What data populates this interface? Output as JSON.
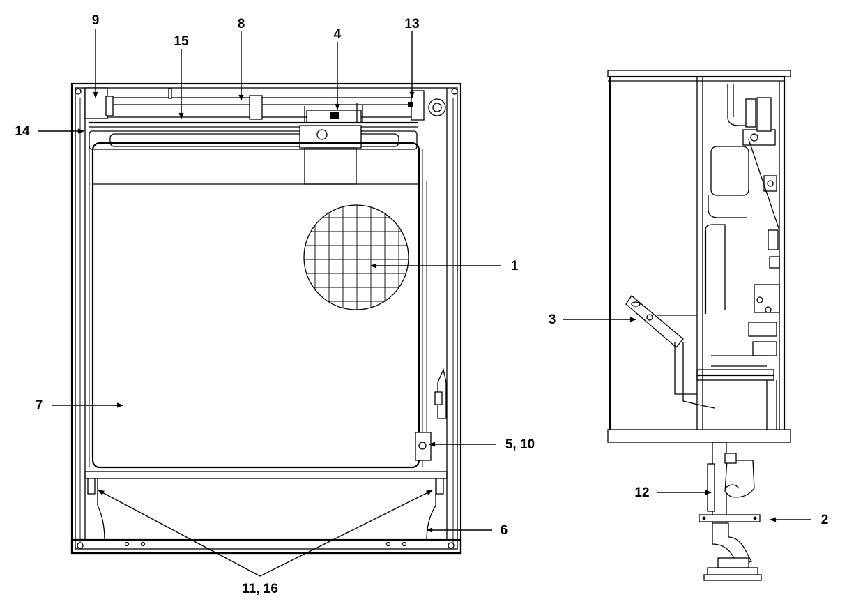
{
  "labels": {
    "l1": "1",
    "l2": "2",
    "l3": "3",
    "l4": "4",
    "l5_10": "5, 10",
    "l6": "6",
    "l7": "7",
    "l8": "8",
    "l9": "9",
    "l11_16": "11, 16",
    "l12": "12",
    "l13": "13",
    "l14": "14",
    "l15": "15"
  },
  "colors": {
    "ink": "#000000",
    "paper": "#ffffff"
  }
}
